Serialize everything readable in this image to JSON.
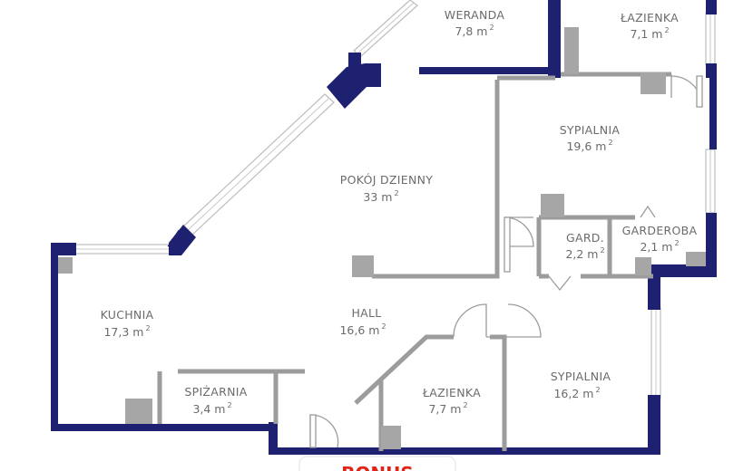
{
  "colors": {
    "outer_wall": "#1e2070",
    "inner_wall": "#9c9c9c",
    "column": "#a6a6a6",
    "window": "#bdbdbd",
    "door": "#9c9c9c",
    "text": "#6b6b6b",
    "logo_red": "#e2231a"
  },
  "rooms": [
    {
      "name": "WERANDA",
      "area": "7,8 m",
      "sup": "2"
    },
    {
      "name": "ŁAZIENKA",
      "area": "7,1 m",
      "sup": "2"
    },
    {
      "name": "SYPIALNIA",
      "area": "19,6 m",
      "sup": "2"
    },
    {
      "name": "POKÓJ DZIENNY",
      "area": "33 m",
      "sup": "2"
    },
    {
      "name": "GARD.",
      "area": "2,2 m",
      "sup": "2"
    },
    {
      "name": "GARDEROBA",
      "area": "2,1 m",
      "sup": "2"
    },
    {
      "name": "KUCHNIA",
      "area": "17,3 m",
      "sup": "2"
    },
    {
      "name": "HALL",
      "area": "16,6 m",
      "sup": "2"
    },
    {
      "name": "SPIŻARNIA",
      "area": "3,4 m",
      "sup": "2"
    },
    {
      "name": "ŁAZIENKA",
      "area": "7,7 m",
      "sup": "2"
    },
    {
      "name": "SYPIALNIA",
      "area": "16,2 m",
      "sup": "2"
    }
  ],
  "logo": {
    "text": "BONUS"
  }
}
